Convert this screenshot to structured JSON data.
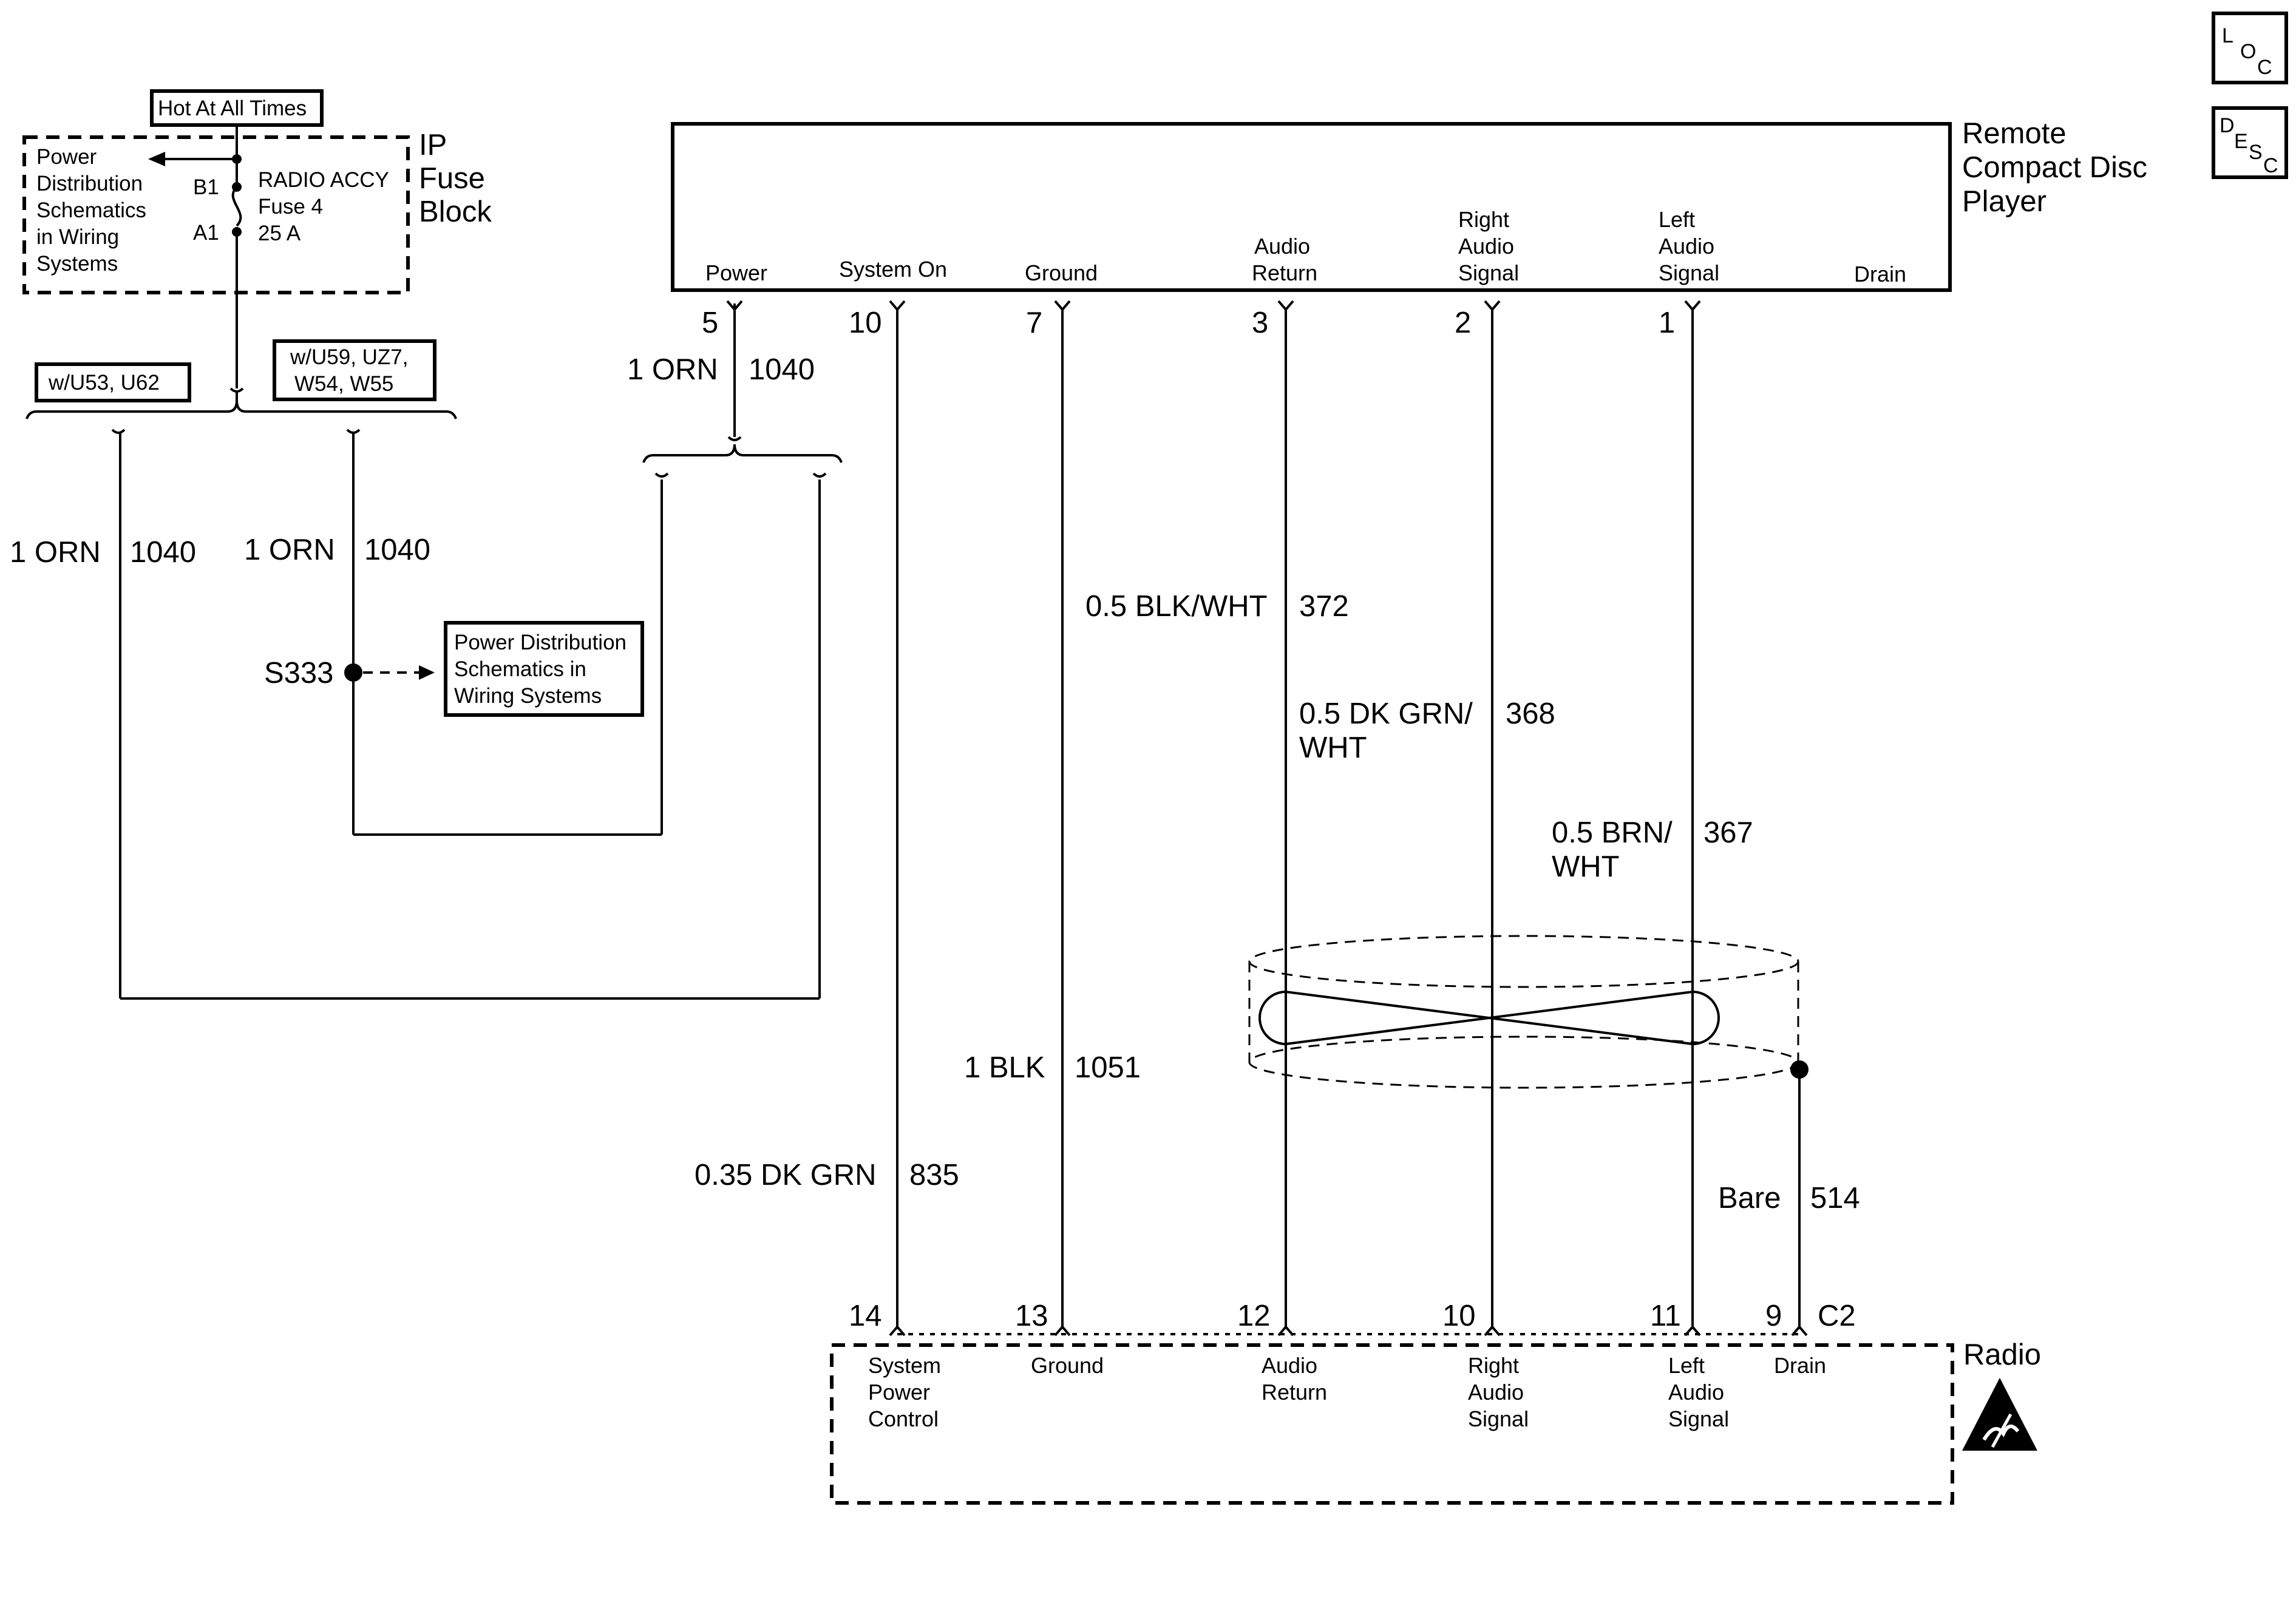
{
  "corner_icons": {
    "loc": {
      "l": "L",
      "o": "O",
      "c": "C"
    },
    "desc": {
      "d": "D",
      "e": "E",
      "s": "S",
      "c": "C"
    }
  },
  "fuse_block": {
    "supply_label": "Hot At All Times",
    "power_dist_lines": [
      "Power",
      "Distribution",
      "Schematics",
      "in Wiring",
      "Systems"
    ],
    "fuse_lines": [
      "RADIO ACCY",
      "Fuse 4",
      "25 A"
    ],
    "terminal_b1": "B1",
    "terminal_a1": "A1",
    "title_lines": [
      "IP",
      "Fuse",
      "Block"
    ]
  },
  "options": {
    "left": "w/U53, U62",
    "right_lines": [
      "w/U59, UZ7,",
      "W54, W55"
    ]
  },
  "wires_left": {
    "w1_size_color": "1 ORN",
    "w1_circuit": "1040",
    "w2_size_color": "1 ORN",
    "w2_circuit": "1040",
    "w3_size_color": "1 ORN",
    "w3_circuit": "1040"
  },
  "splice": {
    "label": "S333",
    "ref_lines": [
      "Power Distribution",
      "Schematics in",
      "Wiring Systems"
    ]
  },
  "cd_player": {
    "title_lines": [
      "Remote",
      "Compact Disc",
      "Player"
    ],
    "pins": [
      {
        "num": "5",
        "lines": [
          "Power"
        ]
      },
      {
        "num": "10",
        "lines": [
          "System On"
        ]
      },
      {
        "num": "7",
        "lines": [
          "Ground"
        ]
      },
      {
        "num": "3",
        "lines": [
          "Audio",
          "Return"
        ]
      },
      {
        "num": "2",
        "lines": [
          "Right",
          "Audio",
          "Signal"
        ]
      },
      {
        "num": "1",
        "lines": [
          "Left",
          "Audio",
          "Signal"
        ]
      },
      {
        "num": "",
        "lines": [
          "Drain"
        ]
      }
    ]
  },
  "wires": {
    "blk_wht": {
      "size_color": "0.5 BLK/WHT",
      "circuit": "372"
    },
    "dkgrn_wht": {
      "size_color_lines": [
        "0.5 DK GRN/",
        "WHT"
      ],
      "circuit": "368"
    },
    "brn_wht": {
      "size_color_lines": [
        "0.5 BRN/",
        "WHT"
      ],
      "circuit": "367"
    },
    "blk": {
      "size_color": "1 BLK",
      "circuit": "1051"
    },
    "dkgrn": {
      "size_color": "0.35 DK GRN",
      "circuit": "835"
    },
    "bare": {
      "size_color": "Bare",
      "circuit": "514"
    }
  },
  "radio": {
    "title": "Radio",
    "connector": "C2",
    "pins": [
      {
        "num": "14",
        "lines": [
          "System",
          "Power",
          "Control"
        ]
      },
      {
        "num": "13",
        "lines": [
          "Ground"
        ]
      },
      {
        "num": "12",
        "lines": [
          "Audio",
          "Return"
        ]
      },
      {
        "num": "10",
        "lines": [
          "Right",
          "Audio",
          "Signal"
        ]
      },
      {
        "num": "11",
        "lines": [
          "Left",
          "Audio",
          "Signal"
        ]
      },
      {
        "num": "9",
        "lines": [
          "Drain"
        ]
      }
    ]
  }
}
